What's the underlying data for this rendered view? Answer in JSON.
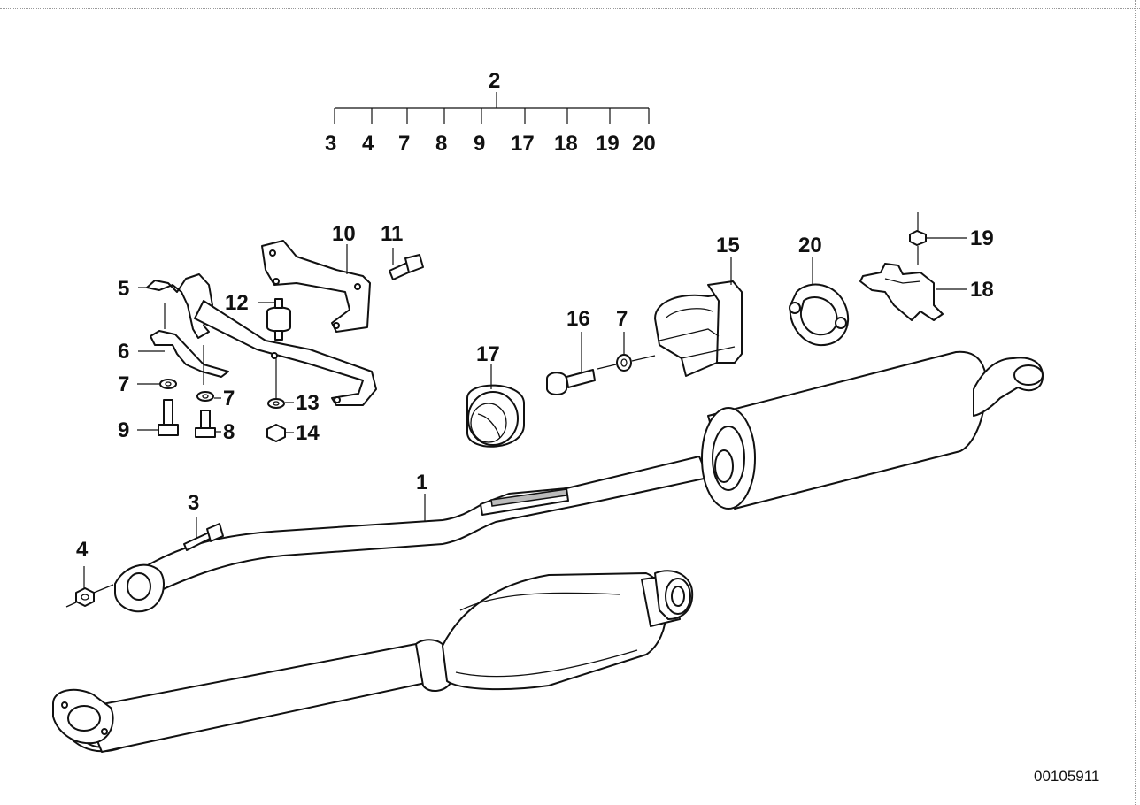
{
  "diagram": {
    "group": {
      "parent": "2",
      "children": [
        "3",
        "4",
        "7",
        "8",
        "9",
        "17",
        "18",
        "19",
        "20"
      ]
    },
    "callouts": {
      "c1": "1",
      "c3": "3",
      "c4": "4",
      "c5": "5",
      "c6": "6",
      "c7a": "7",
      "c7b": "7",
      "c7c": "7",
      "c8": "8",
      "c9": "9",
      "c10": "10",
      "c11": "11",
      "c12": "12",
      "c13": "13",
      "c14": "14",
      "c15": "15",
      "c16": "16",
      "c17": "17",
      "c18": "18",
      "c19": "19",
      "c20": "20"
    },
    "document_id": "00105911"
  }
}
